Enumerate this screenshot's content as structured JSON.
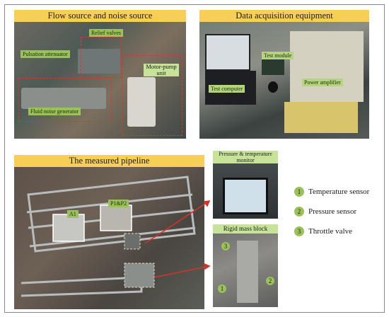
{
  "panels": {
    "flow_title": "Flow source and noise source",
    "daq_title": "Data acquisition equipment",
    "pipe_title": "The measured pipeline"
  },
  "flow_labels": {
    "relief": "Relief valves",
    "pulsation": "Pulsation attenuator",
    "motor": "Motor-pump unit",
    "noise": "Fluid noise generator"
  },
  "daq_labels": {
    "test_module": "Test module",
    "test_computer": "Test computer",
    "power_amp": "Power amplifier"
  },
  "pipe_labels": {
    "a1": "A1",
    "p1p2": "P1&P2"
  },
  "right_labels": {
    "monitor": "Pressure & temperature monitor",
    "block": "Rigid mass block",
    "n1": "1",
    "n2": "2",
    "n3": "3"
  },
  "legend": [
    {
      "num": "1",
      "label": "Temperature sensor"
    },
    {
      "num": "2",
      "label": "Pressure sensor"
    },
    {
      "num": "3",
      "label": "Throttle valve"
    }
  ],
  "colors": {
    "banner": "#f7cf55",
    "tag": "#9bc15a",
    "dash": "#e0342a",
    "arrow": "#d2342a"
  }
}
